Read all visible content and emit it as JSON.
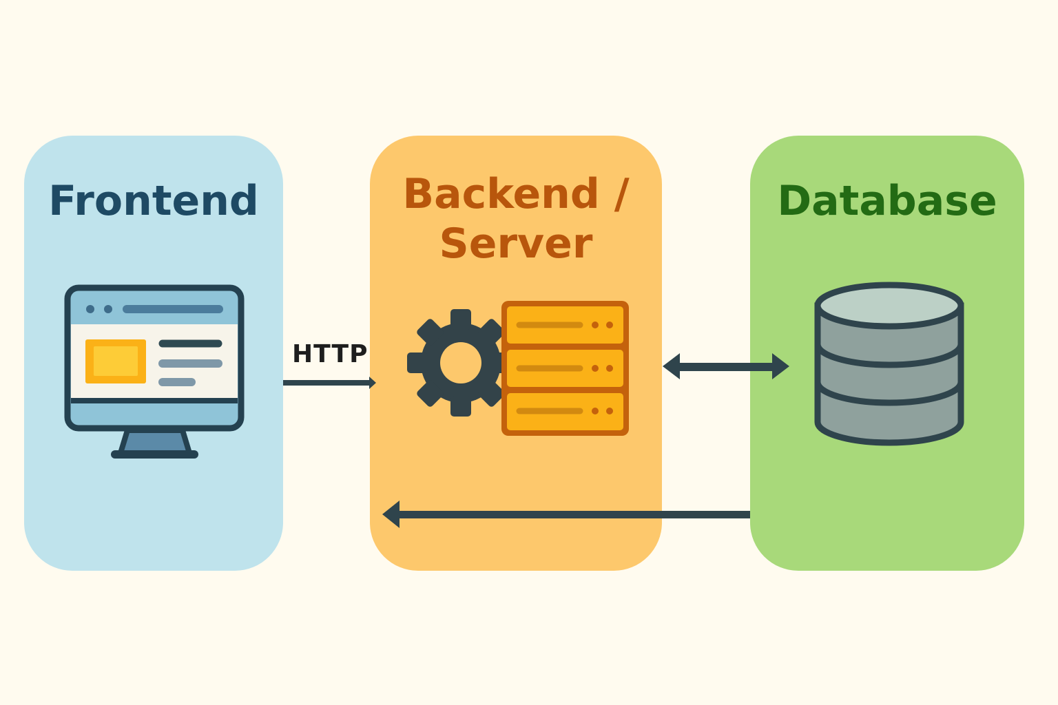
{
  "diagram": {
    "nodes": [
      {
        "id": "frontend",
        "label": "Frontend",
        "icon": "monitor-browser-icon",
        "color": "#bfe3ec",
        "text_color": "#1e4a64"
      },
      {
        "id": "backend",
        "label": "Backend / Server",
        "label_line1": "Backend /",
        "label_line2": "Server",
        "icon": "gear-server-icon",
        "color": "#fdc86c",
        "text_color": "#b8560c"
      },
      {
        "id": "database",
        "label": "Database",
        "icon": "database-cylinder-icon",
        "color": "#a8d97a",
        "text_color": "#236b14"
      }
    ],
    "edges": [
      {
        "from": "frontend",
        "to": "backend",
        "label": "HTTP",
        "direction": "forward"
      },
      {
        "from": "backend",
        "to": "database",
        "label": "",
        "direction": "bidirectional"
      },
      {
        "from": "database",
        "to": "backend",
        "label": "",
        "direction": "forward"
      }
    ]
  },
  "background": "#fffbef",
  "arrow_color": "#2f444c"
}
